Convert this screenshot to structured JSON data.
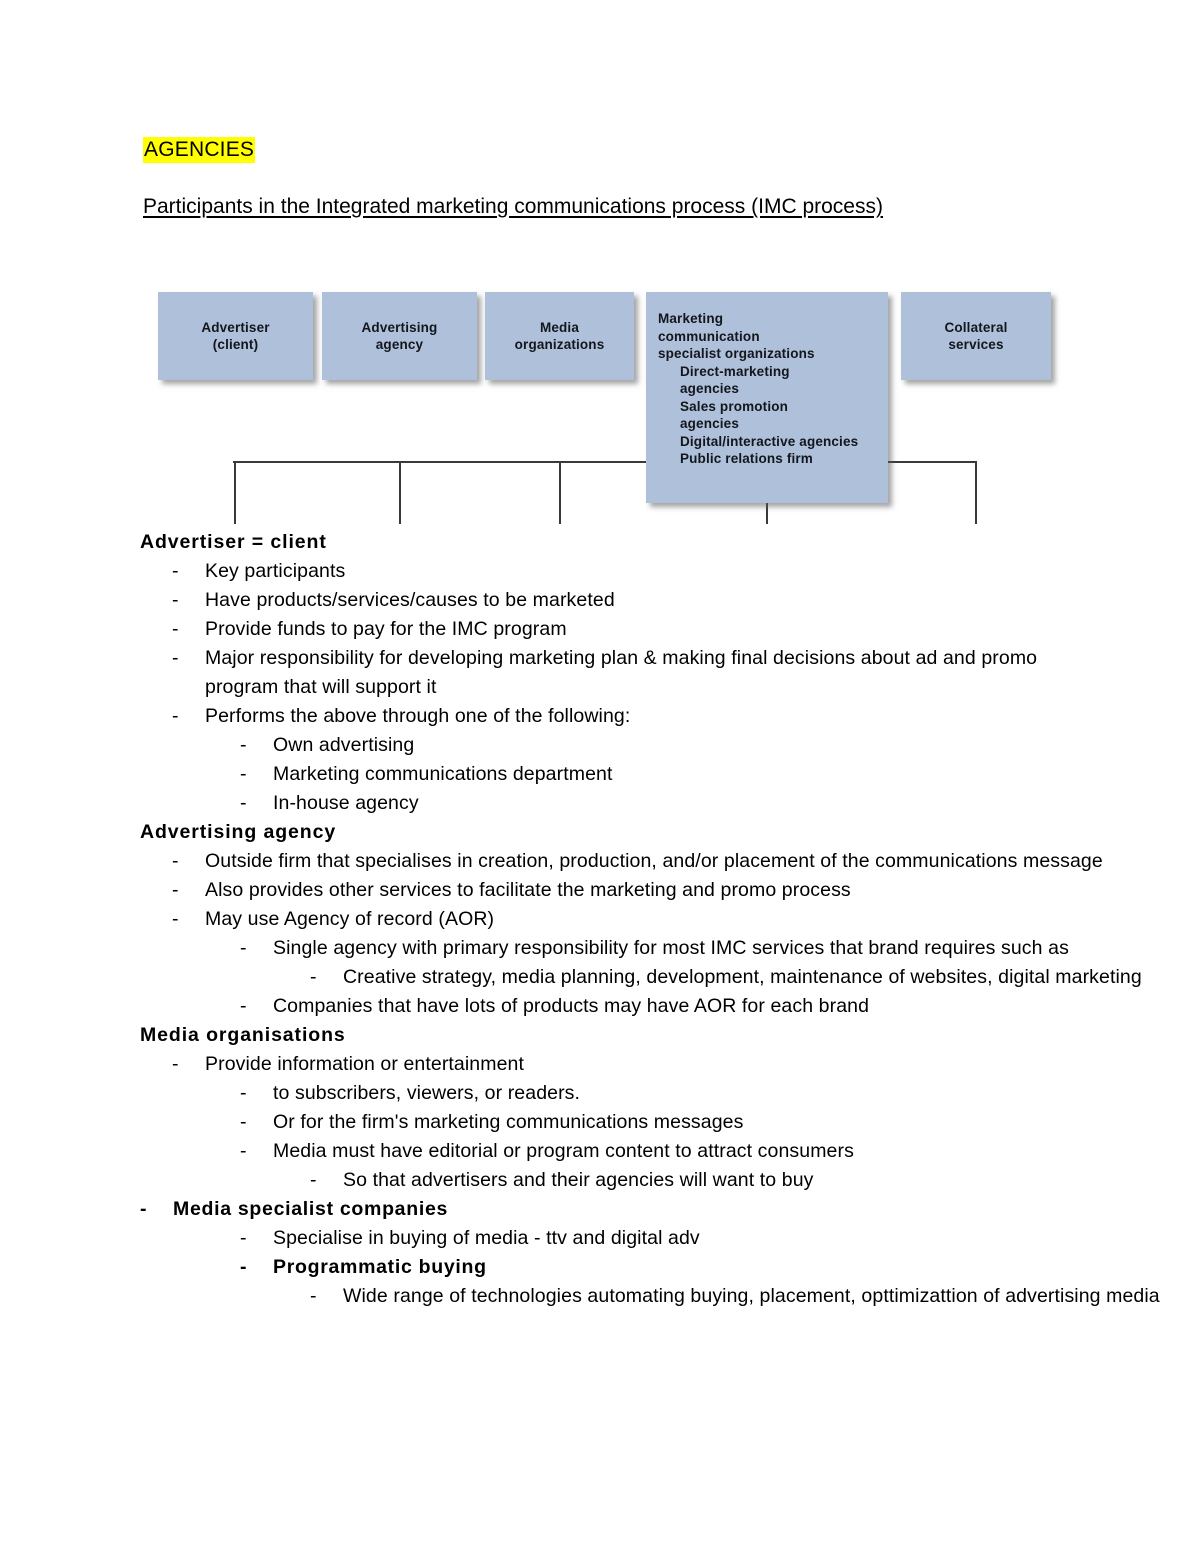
{
  "document": {
    "title": "AGENCIES",
    "title_highlight_color": "#ffff00",
    "subtitle": "Participants in the Integrated marketing communications process (IMC process)"
  },
  "diagram": {
    "node_fill_color": "#afc0da",
    "connector_color": "#3a3a3a",
    "nodes": [
      {
        "id": "advertiser",
        "label": "Advertiser\n(client)"
      },
      {
        "id": "advertising-agency",
        "label": "Advertising\nagency"
      },
      {
        "id": "media-organizations",
        "label": "Media\norganizations"
      },
      {
        "id": "marketing-communication-specialist-organizations",
        "heading": "Marketing\ncommunication\nspecialist organizations",
        "items": [
          "Direct-marketing\n    agencies",
          "Sales promotion\n    agencies",
          "Digital/interactive agencies",
          "Public relations firm"
        ]
      },
      {
        "id": "collateral-services",
        "label": "Collateral\nservices"
      }
    ]
  },
  "outline": [
    {
      "type": "heading",
      "text": "Advertiser = client"
    },
    {
      "type": "bullet",
      "level": 1,
      "text": "Key participants"
    },
    {
      "type": "bullet",
      "level": 1,
      "text": "Have products/services/causes to be marketed"
    },
    {
      "type": "bullet",
      "level": 1,
      "text": "Provide funds to pay for the IMC program"
    },
    {
      "type": "bullet",
      "level": 1,
      "text": "Major responsibility for developing marketing plan & making final decisions about ad and promo program that will support it"
    },
    {
      "type": "bullet",
      "level": 1,
      "text": "Performs the above through one of the following:"
    },
    {
      "type": "bullet",
      "level": 2,
      "text": "Own advertising"
    },
    {
      "type": "bullet",
      "level": 2,
      "text": "Marketing communications department"
    },
    {
      "type": "bullet",
      "level": 2,
      "text": "In-house agency"
    },
    {
      "type": "heading",
      "text": "Advertising agency"
    },
    {
      "type": "bullet",
      "level": 1,
      "text": "Outside firm that specialises in creation, production, and/or placement of the communications message"
    },
    {
      "type": "bullet",
      "level": 1,
      "text": "Also provides other services to facilitate the marketing and promo process"
    },
    {
      "type": "bullet",
      "level": 1,
      "text": "May use Agency of record (AOR)"
    },
    {
      "type": "bullet",
      "level": 2,
      "text": "Single agency with primary responsibility for most IMC services that brand requires such as"
    },
    {
      "type": "bullet",
      "level": 3,
      "text": "Creative strategy, media planning, development, maintenance of websites, digital marketing"
    },
    {
      "type": "bullet",
      "level": 2,
      "text": "Companies that have lots of products may have AOR for each brand"
    },
    {
      "type": "heading",
      "text": "Media organisations"
    },
    {
      "type": "bullet",
      "level": 1,
      "text": "Provide information or entertainment"
    },
    {
      "type": "bullet",
      "level": 2,
      "text": " to subscribers, viewers, or readers."
    },
    {
      "type": "bullet",
      "level": 2,
      "text": "Or for the firm's marketing communications messages"
    },
    {
      "type": "bullet",
      "level": 2,
      "text": "Media must have editorial or program content to attract consumers"
    },
    {
      "type": "bullet",
      "level": 3,
      "text": "So that advertisers and their agencies will want to buy"
    },
    {
      "type": "bullet",
      "level": 1,
      "bold": true,
      "tight": true,
      "text": "Media specialist companies"
    },
    {
      "type": "bullet",
      "level": 2,
      "text": "Specialise in buying of media - ttv and digital adv"
    },
    {
      "type": "bullet",
      "level": 2,
      "bold": true,
      "text": "Programmatic buying"
    },
    {
      "type": "bullet",
      "level": 3,
      "text": "Wide range of technologies automating buying, placement, opttimizattion of advertising media"
    }
  ],
  "bullet_marker": "-"
}
